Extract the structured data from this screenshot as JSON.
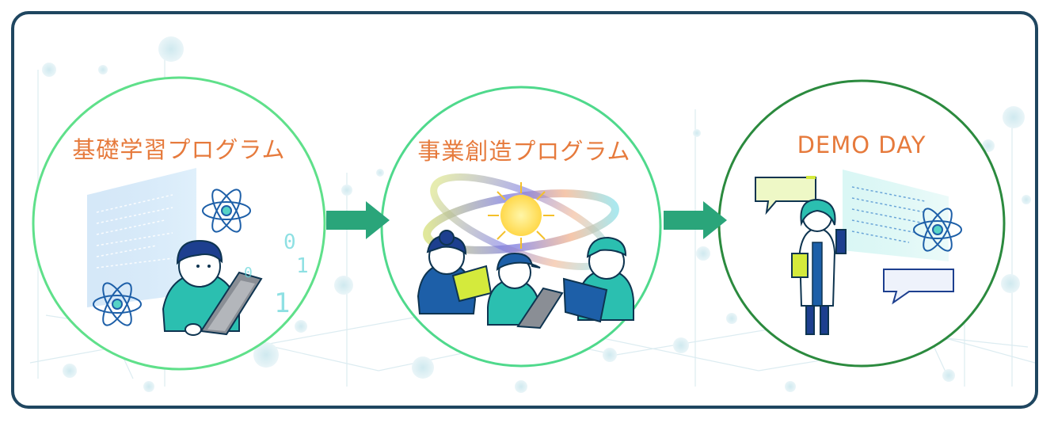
{
  "stages": [
    {
      "title": "基礎学習プログラム"
    },
    {
      "title": "事業創造プログラム"
    },
    {
      "title": "DEMO DAY"
    }
  ],
  "decor": {
    "binary_digits": [
      "0",
      "1",
      "0",
      "1"
    ]
  },
  "colors": {
    "frame_border": "#1f4660",
    "title": "#e67a3c",
    "ring_green": "#5fe08a",
    "ring_dark_green": "#2b8a3e",
    "arrow": "#2aa57a",
    "character_blue": "#1d5fa8",
    "character_teal": "#2bbfb0"
  }
}
